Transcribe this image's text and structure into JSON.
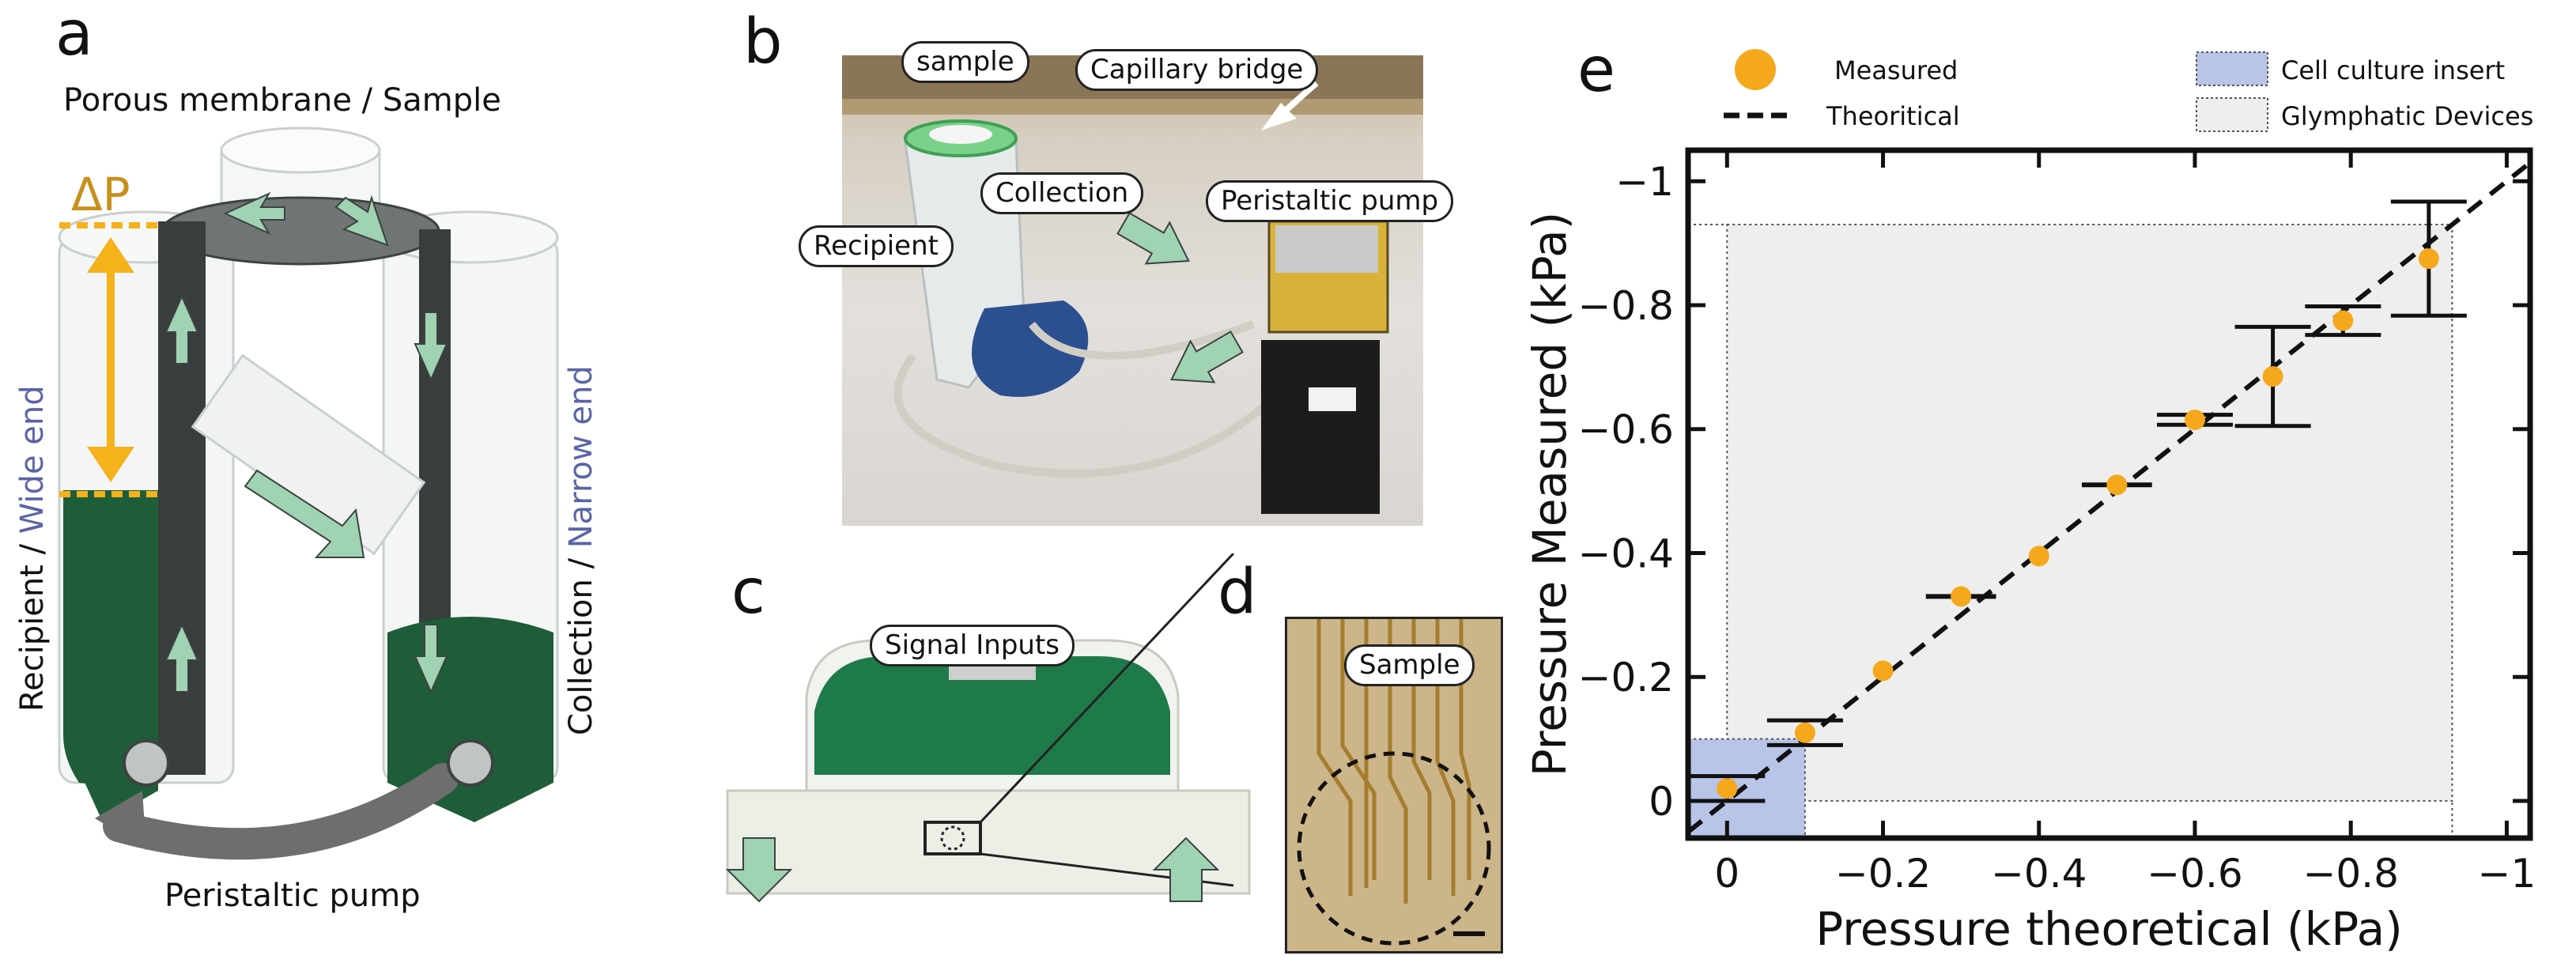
{
  "panels": {
    "a": {
      "label": "a",
      "top_caption": "Porous membrane / Sample",
      "delta_p": "ΔP",
      "left_side_prefix": "Recipient / ",
      "left_side_accent": "Wide end",
      "right_side_prefix": "Collection / ",
      "right_side_accent": "Narrow end",
      "bottom_caption": "Peristaltic pump"
    },
    "b": {
      "label": "b",
      "labels": [
        "sample",
        "Capillary bridge",
        "Collection",
        "Peristaltic pump",
        "Recipient"
      ]
    },
    "c": {
      "label": "c",
      "labels": [
        "Signal Inputs"
      ]
    },
    "d": {
      "label": "d",
      "labels": [
        "Sample"
      ]
    },
    "e": {
      "label": "e"
    }
  },
  "colors": {
    "marker": "#f5a81c",
    "dashed": "#111111",
    "cell_culture": "#b8c4e8",
    "glymphatic": "#eeeeee",
    "accent_text": "#5a64a6",
    "arrow_green": "#9fd3b2",
    "liquid_green": "#1f5d38",
    "dp_orange": "#f5b21b"
  },
  "chart_data": {
    "type": "scatter",
    "xlabel": "Pressure theoretical (kPa)",
    "ylabel": "Pressure Measured (kPa)",
    "xlim": [
      0.05,
      -1.03
    ],
    "ylim": [
      0.06,
      -1.05
    ],
    "x_ticks": [
      0,
      -0.2,
      -0.4,
      -0.6,
      -0.8,
      -1
    ],
    "x_tick_labels": [
      "0",
      "−0.2",
      "−0.4",
      "−0.6",
      "−0.8",
      "−1"
    ],
    "y_ticks": [
      0,
      -0.2,
      -0.4,
      -0.6,
      -0.8,
      -1
    ],
    "y_tick_labels": [
      "0",
      "−0.2",
      "−0.4",
      "−0.6",
      "−0.8",
      "−1"
    ],
    "legend": [
      {
        "label": "Measured",
        "kind": "marker"
      },
      {
        "label": "Theoritical",
        "kind": "dashed"
      },
      {
        "label": "Cell culture insert",
        "kind": "box-blue"
      },
      {
        "label": "Glymphatic Devices",
        "kind": "box-grey"
      }
    ],
    "points": [
      {
        "x": 0.0,
        "y": -0.02,
        "yerr": 0.02,
        "xerr": 0.035
      },
      {
        "x": -0.1,
        "y": -0.11,
        "yerr": 0.02,
        "xerr": 0.04
      },
      {
        "x": -0.2,
        "y": -0.21,
        "yerr": 0.0,
        "xerr": 0.0
      },
      {
        "x": -0.3,
        "y": -0.33,
        "yerr": 0.0,
        "xerr": 0.045
      },
      {
        "x": -0.4,
        "y": -0.395,
        "yerr": 0.0,
        "xerr": 0.0
      },
      {
        "x": -0.5,
        "y": -0.51,
        "yerr": 0.0,
        "xerr": 0.045
      },
      {
        "x": -0.6,
        "y": -0.615,
        "yerr": 0.008,
        "xerr": 0.04
      },
      {
        "x": -0.7,
        "y": -0.685,
        "yerr": 0.08,
        "xerr": 0.045
      },
      {
        "x": -0.79,
        "y": -0.775,
        "yerr": 0.023,
        "xerr": 0.04
      },
      {
        "x": -0.9,
        "y": -0.875,
        "yerr": 0.092,
        "xerr": 0.045
      }
    ],
    "theoretical_line": {
      "from": [
        0.05,
        0.05
      ],
      "to": [
        -1.03,
        -1.03
      ]
    },
    "cell_culture_region": {
      "x": [
        0.0,
        -0.1
      ],
      "y": [
        0.0,
        -0.1
      ]
    },
    "glymphatic_region": {
      "x": [
        0.0,
        -0.93
      ],
      "y": [
        0.0,
        -0.93
      ]
    }
  }
}
